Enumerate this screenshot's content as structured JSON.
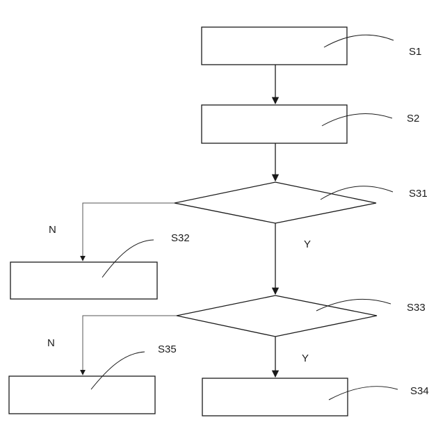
{
  "diagram": {
    "nodes": [
      {
        "id": "S1",
        "shape": "rect",
        "label": "S1",
        "text": ""
      },
      {
        "id": "S2",
        "shape": "rect",
        "label": "S2",
        "text": ""
      },
      {
        "id": "S31",
        "shape": "diamond",
        "label": "S31",
        "text": ""
      },
      {
        "id": "S32",
        "shape": "rect",
        "label": "S32",
        "text": ""
      },
      {
        "id": "S33",
        "shape": "diamond",
        "label": "S33",
        "text": ""
      },
      {
        "id": "S34",
        "shape": "rect",
        "label": "S34",
        "text": ""
      },
      {
        "id": "S35",
        "shape": "rect",
        "label": "S35",
        "text": ""
      }
    ],
    "edges": [
      {
        "from": "S1",
        "to": "S2",
        "label": ""
      },
      {
        "from": "S2",
        "to": "S31",
        "label": ""
      },
      {
        "from": "S31",
        "to": "S32",
        "label": "N"
      },
      {
        "from": "S31",
        "to": "S33",
        "label": "Y"
      },
      {
        "from": "S33",
        "to": "S35",
        "label": "N"
      },
      {
        "from": "S33",
        "to": "S34",
        "label": "Y"
      }
    ],
    "colors": {
      "stroke": "#1a1a1a",
      "background": "#ffffff"
    }
  }
}
